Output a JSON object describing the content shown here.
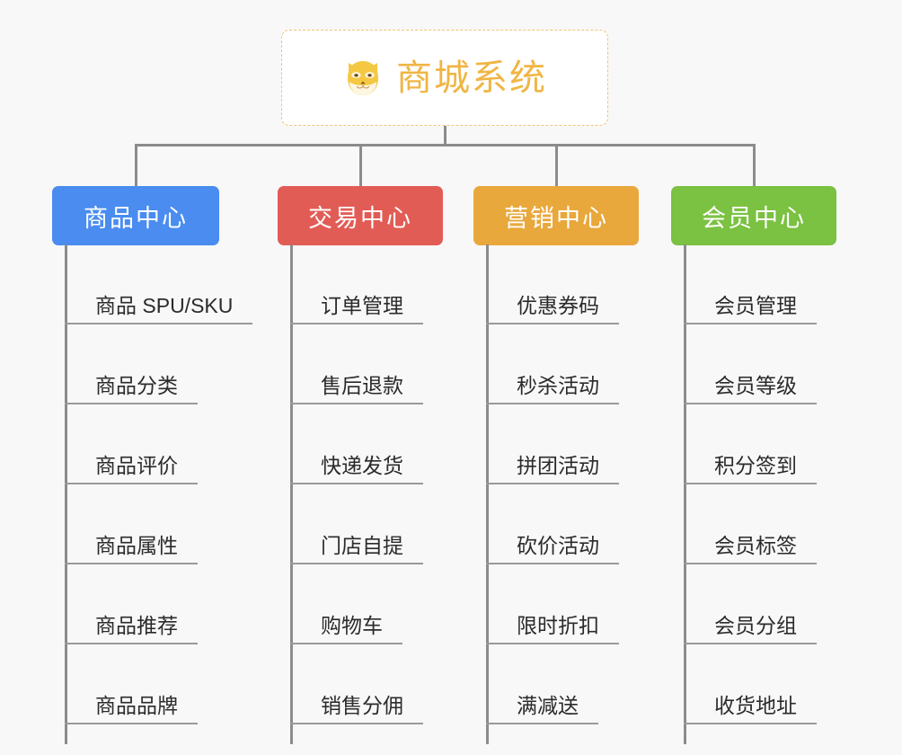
{
  "diagram": {
    "type": "mind-map",
    "background_color": "#f8f8f8",
    "connector_color": "#8c8c8c",
    "root": {
      "title": "商城系统",
      "icon": "shiba-dog-face-icon",
      "text_color": "#f0b544",
      "border_color": "#f0c375",
      "background_color": "#ffffff"
    },
    "branches": [
      {
        "label": "商品中心",
        "color": "#4a8cf0",
        "items": [
          "商品 SPU/SKU",
          "商品分类",
          "商品评价",
          "商品属性",
          "商品推荐",
          "商品品牌"
        ]
      },
      {
        "label": "交易中心",
        "color": "#e25c56",
        "items": [
          "订单管理",
          "售后退款",
          "快递发货",
          "门店自提",
          "购物车",
          "销售分佣"
        ]
      },
      {
        "label": "营销中心",
        "color": "#e9a83c",
        "items": [
          "优惠券码",
          "秒杀活动",
          "拼团活动",
          "砍价活动",
          "限时折扣",
          "满减送"
        ]
      },
      {
        "label": "会员中心",
        "color": "#7bc142",
        "items": [
          "会员管理",
          "会员等级",
          "积分签到",
          "会员标签",
          "会员分组",
          "收货地址"
        ]
      }
    ]
  }
}
